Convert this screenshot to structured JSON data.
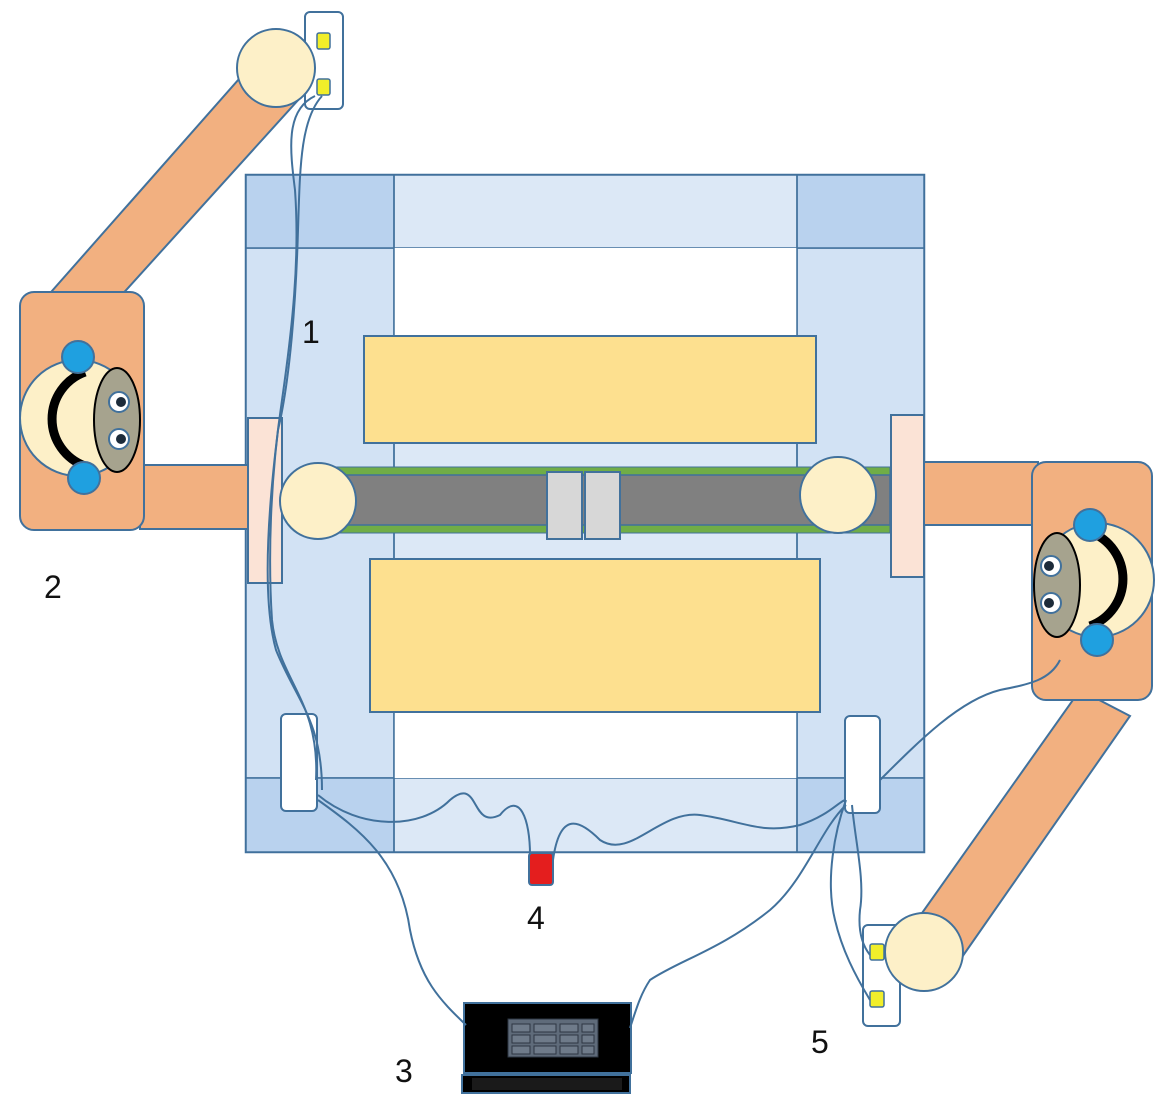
{
  "diagram": {
    "labels": {
      "frame": "1",
      "left_arm": "2",
      "laptop": "3",
      "sensor": "4",
      "right_connector": "5"
    }
  },
  "colors": {
    "frame_light": "#dce8f6",
    "frame_band": "#b9d2ee",
    "frame_stroke": "#41719c",
    "magnet": "#fde08f",
    "arm": "#f2b080",
    "joint": "#fdf0c8",
    "rail_grey": "#808080",
    "rail_green": "#70ad47",
    "dot_blue": "#1fa0e0",
    "sensor_red": "#e41e1e",
    "led_yellow": "#f1ee2a",
    "laptop": "#000000",
    "wire": "#41719c"
  }
}
